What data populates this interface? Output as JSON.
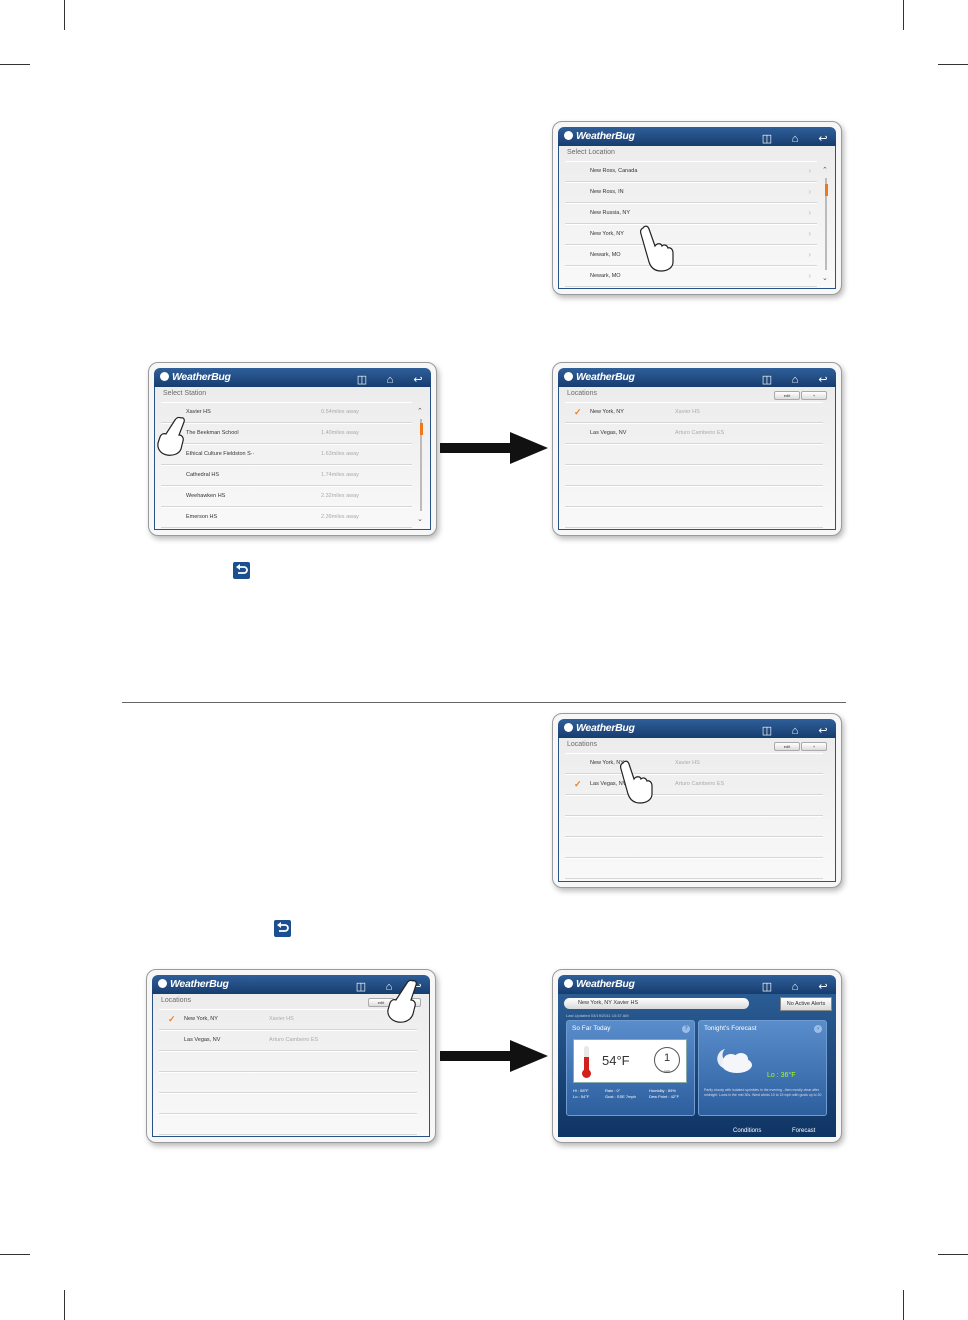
{
  "app": {
    "name": "WeatherBug"
  },
  "select_location": {
    "title": "Select Location",
    "items": [
      "New Ross, Canada",
      "New Ross, IN",
      "New Russia, NY",
      "New York, NY",
      "Newark, MO",
      "Newark, MO"
    ]
  },
  "select_station": {
    "title": "Select Station",
    "items": [
      {
        "name": "Xavier HS",
        "distance": "0.54miles away"
      },
      {
        "name": "The Beekman School",
        "distance": "1.40miles away"
      },
      {
        "name": "Ethical Culture Fieldston S··",
        "distance": "1.63miles away"
      },
      {
        "name": "Cathedral HS",
        "distance": "1.74miles away"
      },
      {
        "name": "Weehawken HS",
        "distance": "2.32miles away"
      },
      {
        "name": "Emerson HS",
        "distance": "2.39miles away"
      }
    ]
  },
  "locations": {
    "title": "Locations",
    "edit_label": "edit",
    "add_label": "+",
    "items": [
      {
        "name": "New York, NY",
        "station": "Xavier HS"
      },
      {
        "name": "Las Vegas, NV",
        "station": "Arturo Cambeiro ES"
      }
    ]
  },
  "weather_home": {
    "location": "New York, NY Xavier HS",
    "alerts": "No Active Alerts",
    "last_updated": "Last Updated 03/19/2011 10:37 AM",
    "so_far_today": "So Far Today",
    "temperature": "54°F",
    "rain_gauge": "1",
    "rain_unit": "inch",
    "hi": "Hi : 58°F",
    "lo_today": "Lo : 54°F",
    "rain": "Rain : 0\"",
    "gust": "Gust : SSE 7mph",
    "humidity": "Humidity : 89%",
    "dew_point": "Dew Point : 42°F",
    "tonight_title": "Tonight's Forecast",
    "tonight_lo": "Lo : 36°F",
    "tonight_desc": "Partly cloudy with isolated sprinkles in the evening...then mostly clear after midnight. Lows in the mid 30s. West winds 10 to 15 mph with gusts up to 30",
    "tab_conditions": "Conditions",
    "tab_forecast": "Forecast"
  },
  "icons": [
    "weatherbug-logo-icon",
    "widget-icon",
    "home-icon",
    "back-icon",
    "chevron-right-icon",
    "checkmark-icon",
    "hand-pointer-icon",
    "arrow-right-icon"
  ],
  "colors": {
    "titlebar": "#1f4a82",
    "accent": "#f07818",
    "lo_temp": "#a8ff20"
  }
}
